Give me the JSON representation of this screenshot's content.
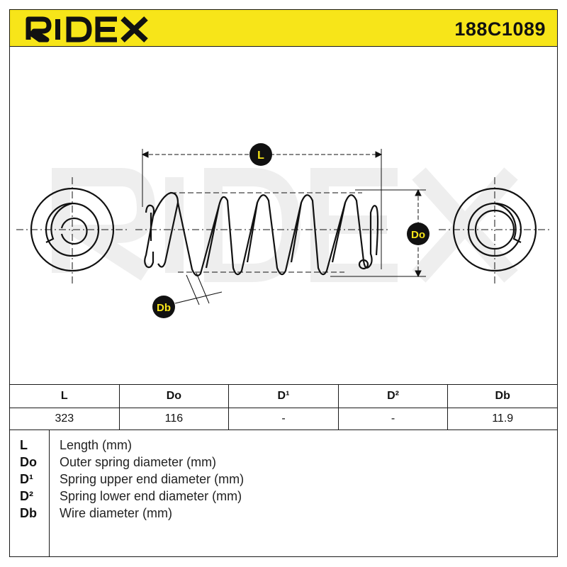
{
  "header": {
    "brand": "RIDEX",
    "part_number": "188C1089",
    "accent_color": "#f7e519"
  },
  "diagram": {
    "label_length": "L",
    "label_outer_diameter": "Do",
    "label_wire_diameter": "Db",
    "watermark": "RIDEX"
  },
  "table": {
    "headers": [
      "L",
      "Do",
      "D¹",
      "D²",
      "Db"
    ],
    "values": [
      "323",
      "116",
      "-",
      "-",
      "11.9"
    ]
  },
  "legend": [
    {
      "symbol": "L",
      "description": "Length (mm)"
    },
    {
      "symbol": "Do",
      "description": "Outer spring diameter (mm)"
    },
    {
      "symbol": "D¹",
      "description": "Spring upper end diameter (mm)"
    },
    {
      "symbol": "D²",
      "description": "Spring lower end diameter (mm)"
    },
    {
      "symbol": "Db",
      "description": "Wire diameter (mm)"
    }
  ]
}
